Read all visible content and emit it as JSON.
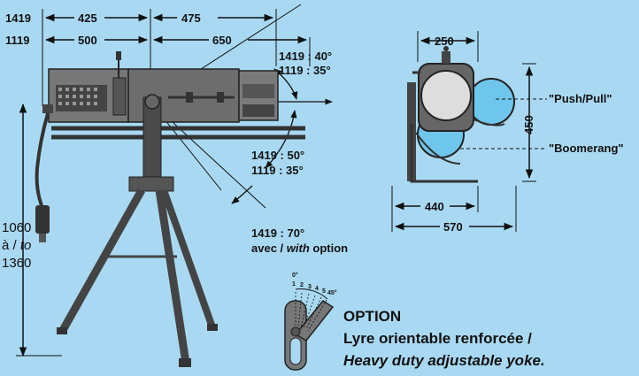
{
  "dimensions": {
    "row1_model": "1419",
    "row1_seg1": "425",
    "row1_seg2": "475",
    "row2_model": "1119",
    "row2_seg1": "500",
    "row2_seg2": "650",
    "side_width": "250",
    "side_height": "450",
    "bottom_440": "440",
    "bottom_570": "570"
  },
  "angles": {
    "a1_l1": "1419 : 40°",
    "a1_l2": "1119 : 35°",
    "a2_l1": "1419 : 50°",
    "a2_l2": "1119 : 35°",
    "a3_l1": "1419 : 70°",
    "a3_l2_a": "avec / ",
    "a3_l2_b": "with",
    "a3_l2_c": " option"
  },
  "height": {
    "l1": "1060",
    "l2_a": "à / ",
    "l2_b": "to",
    "l3": "1360"
  },
  "labels": {
    "push_pull": "\"Push/Pull\"",
    "boomerang": "\"Boomerang\""
  },
  "yoke_scale": {
    "zero": "0°",
    "ticks": [
      "1",
      "2",
      "3",
      "4",
      "5"
    ],
    "end": "45°"
  },
  "option": {
    "title": "OPTION",
    "line1": "Lyre orientable renforcée /",
    "line2": "Heavy duty adjustable yoke."
  }
}
